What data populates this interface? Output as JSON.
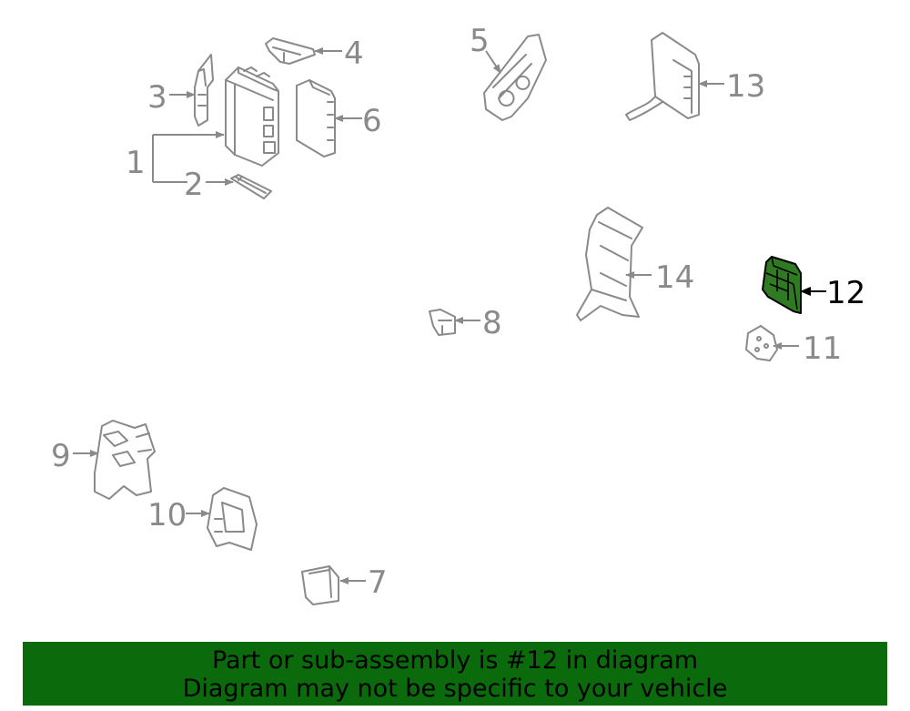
{
  "diagram": {
    "highlighted_part": "12",
    "callouts": {
      "c1": "1",
      "c2": "2",
      "c3": "3",
      "c4": "4",
      "c5": "5",
      "c6": "6",
      "c7": "7",
      "c8": "8",
      "c9": "9",
      "c10": "10",
      "c11": "11",
      "c12": "12",
      "c13": "13",
      "c14": "14"
    },
    "colors": {
      "part_stroke": "#8a8a8a",
      "highlight_fill": "#2f7a22",
      "banner_bg": "#0b6a0b"
    }
  },
  "banner": {
    "line1": "Part or sub-assembly is #12 in diagram",
    "line2": "Diagram may not be specific to your vehicle"
  }
}
